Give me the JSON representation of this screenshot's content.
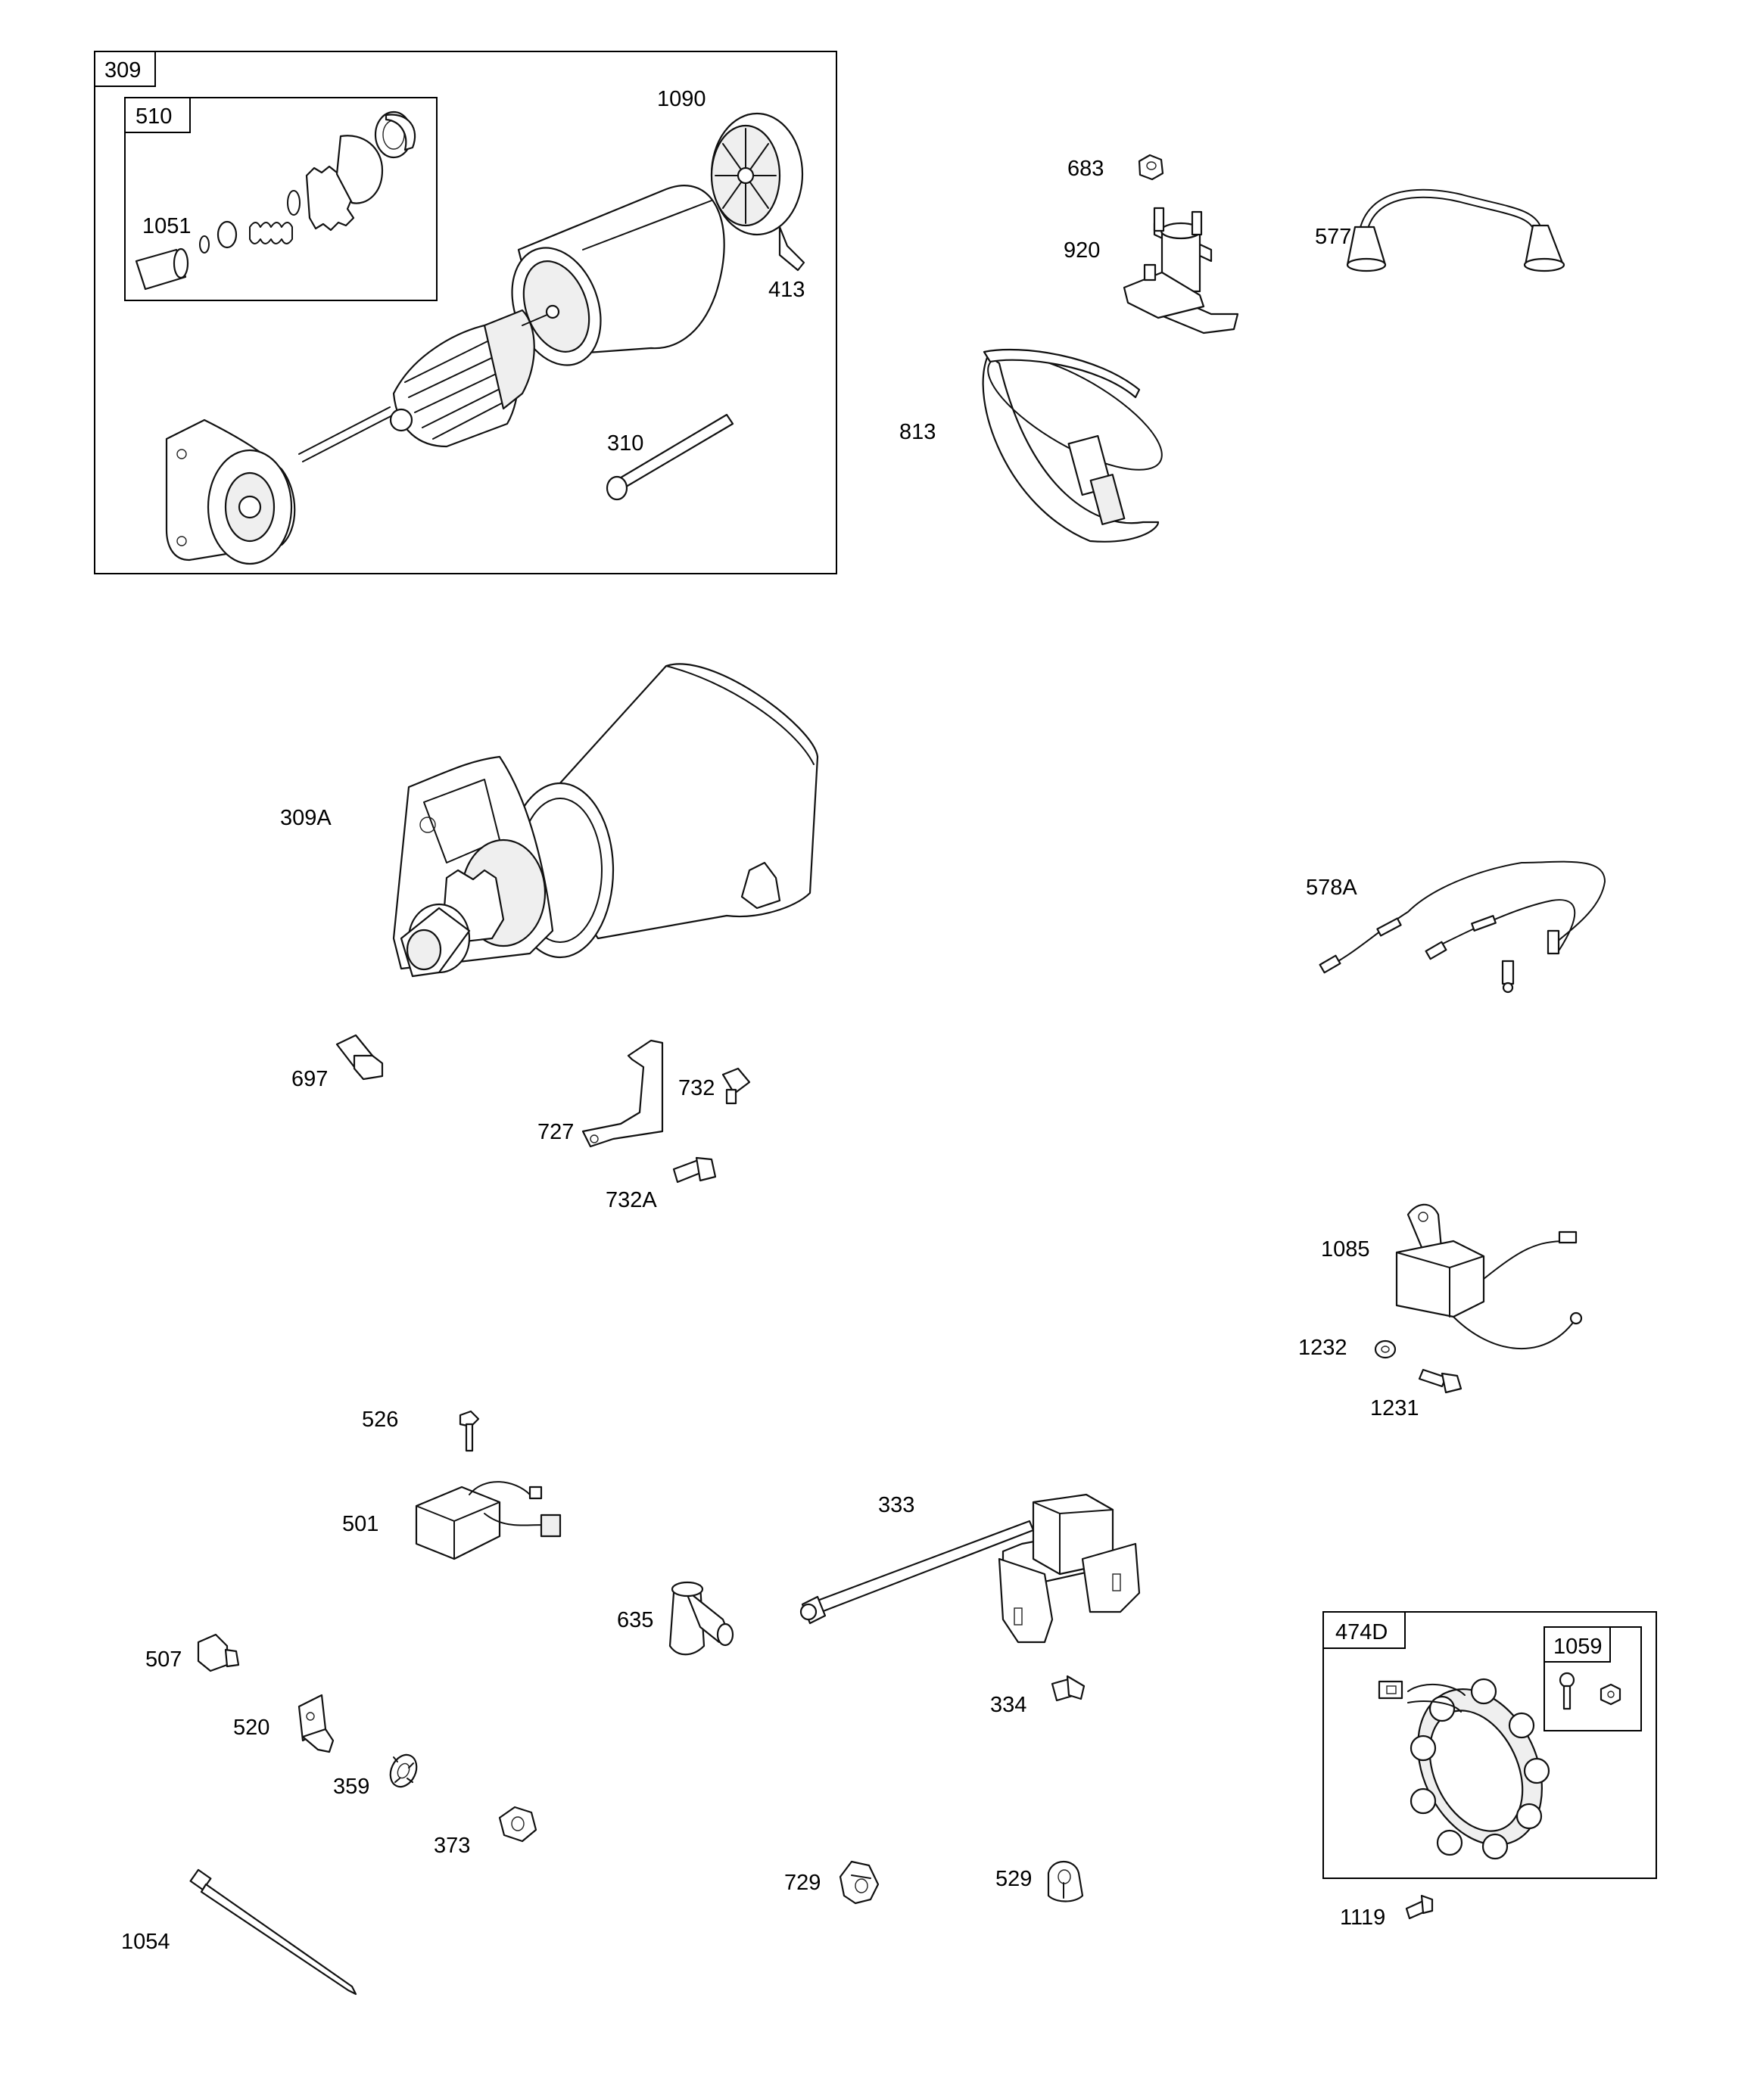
{
  "callouts": {
    "c309": "309",
    "c510": "510",
    "c1090": "1090",
    "c1051": "1051",
    "c413": "413",
    "c310": "310",
    "c683": "683",
    "c920": "920",
    "c577": "577",
    "c813": "813",
    "c309A": "309A",
    "c578A": "578A",
    "c697": "697",
    "c732": "732",
    "c727": "727",
    "c732A": "732A",
    "c1085": "1085",
    "c1232": "1232",
    "c1231": "1231",
    "c526": "526",
    "c501": "501",
    "c333": "333",
    "c635": "635",
    "c507": "507",
    "c334": "334",
    "c520": "520",
    "c359": "359",
    "c373": "373",
    "c729": "729",
    "c529": "529",
    "c1054": "1054",
    "c474D": "474D",
    "c1059": "1059",
    "c1119": "1119"
  },
  "colors": {
    "ink": "#000000",
    "paper": "#ffffff",
    "shade": "#efefef"
  }
}
